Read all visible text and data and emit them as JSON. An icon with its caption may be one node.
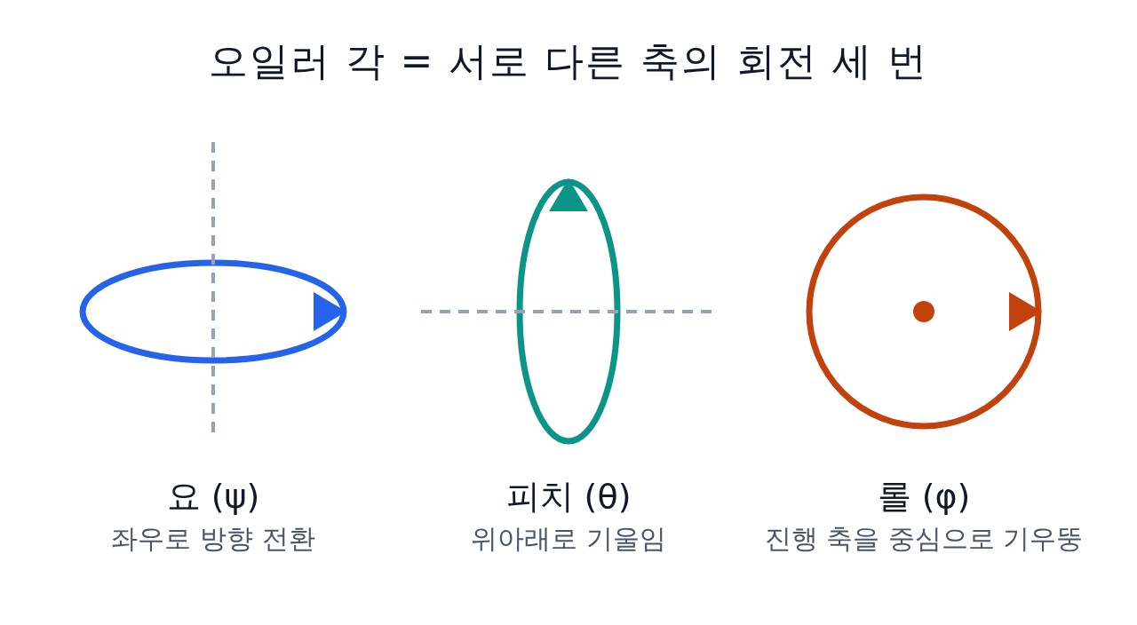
{
  "diagram": {
    "title": "오일러 각 = 서로 다른 축의 회전 세 번",
    "nodes": [
      {
        "text": [
          "요 (ψ)",
          "좌우로 방향 전환"
        ]
      },
      {
        "text": [
          "피치 (θ)",
          "위아래로 기울임"
        ]
      },
      {
        "text": [
          "롤 (φ)",
          "진행 축을 중심으로 기우뚱"
        ]
      }
    ],
    "edges": []
  }
}
